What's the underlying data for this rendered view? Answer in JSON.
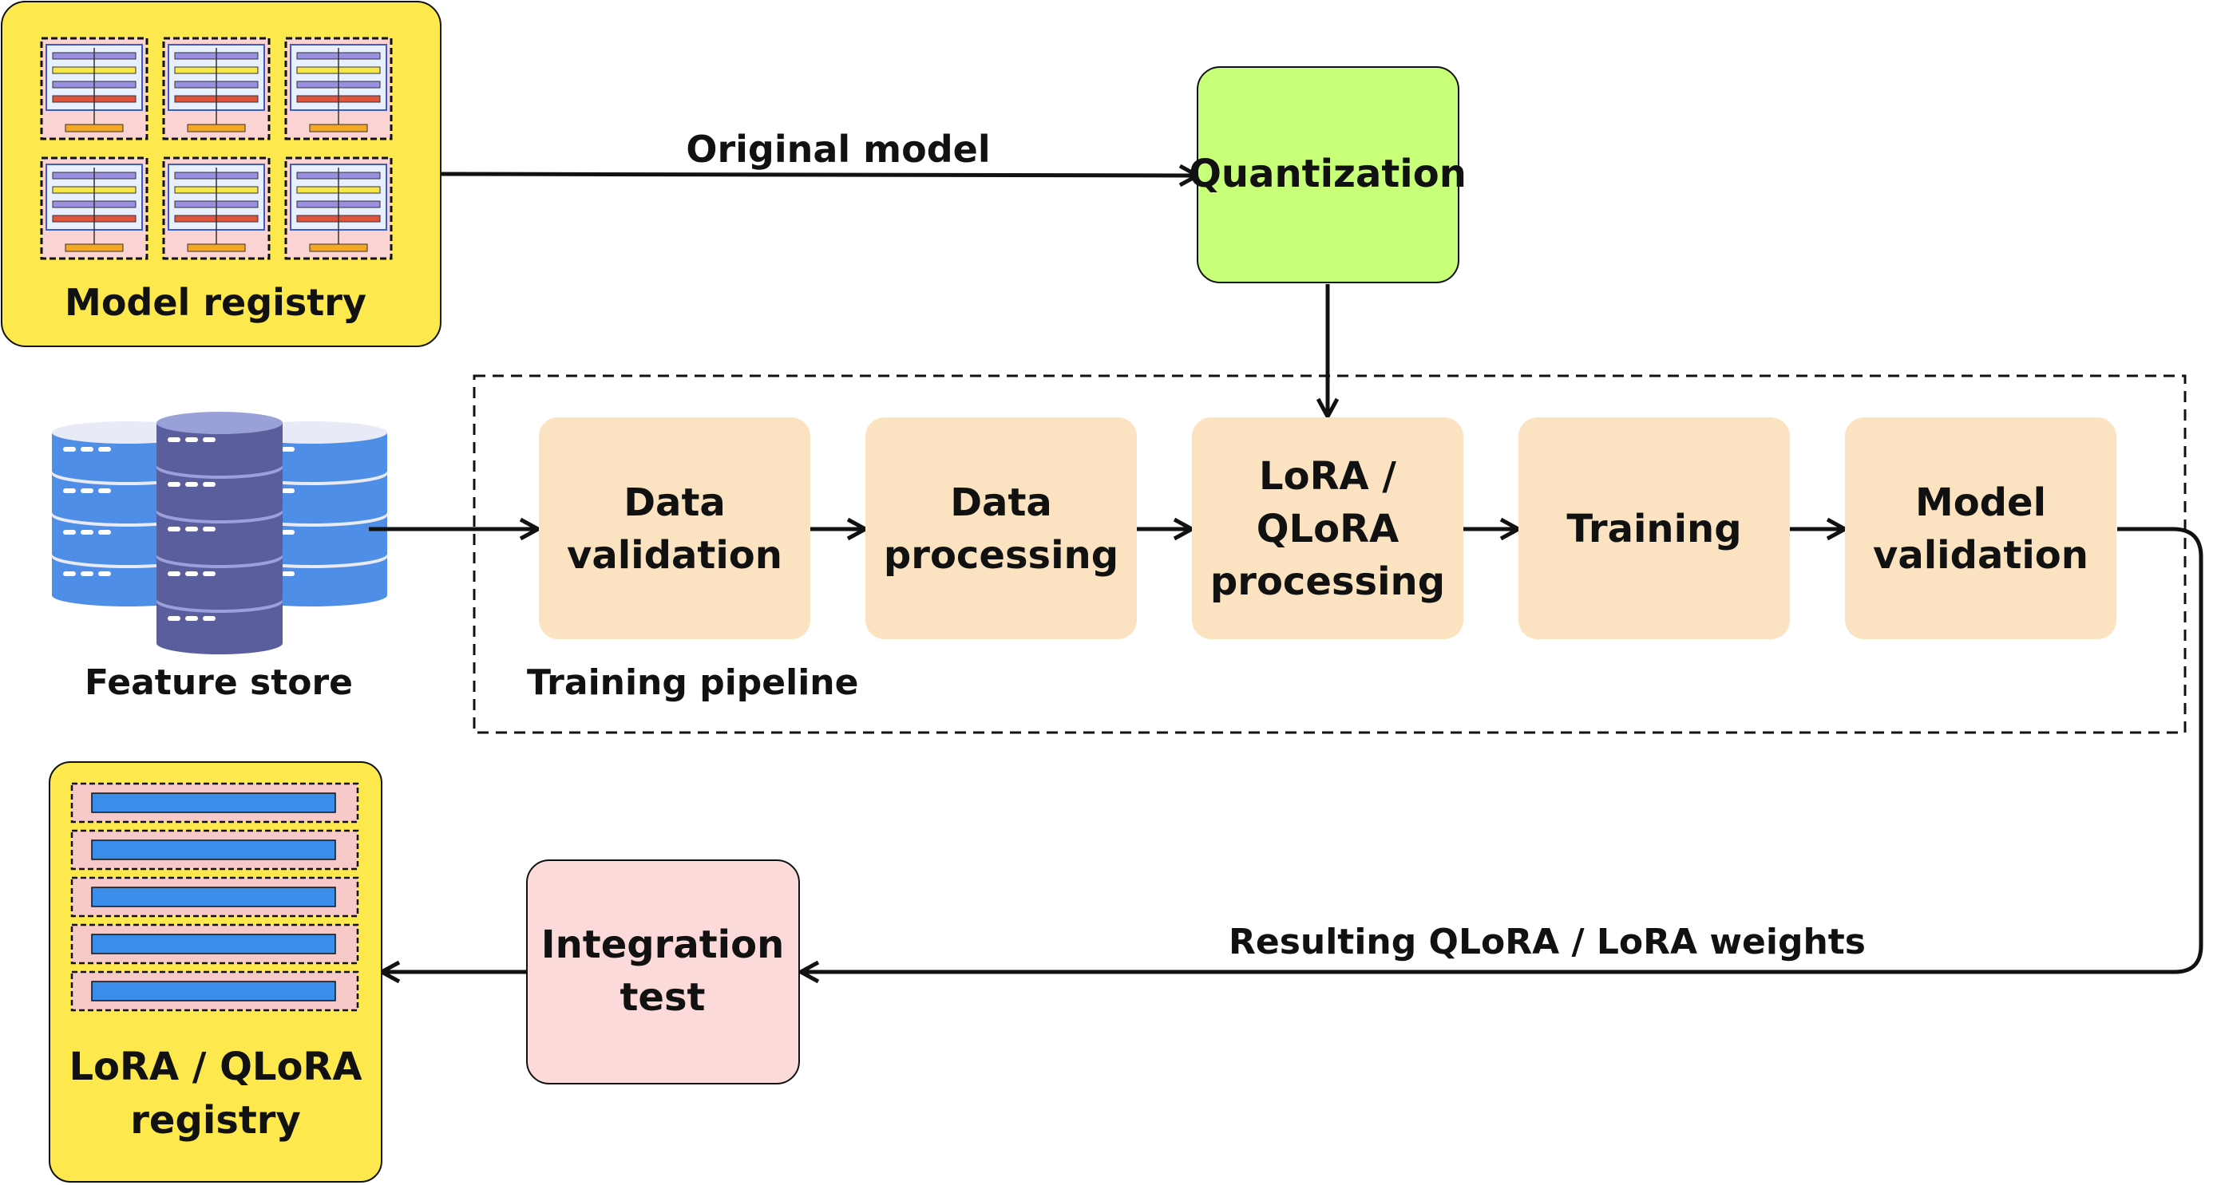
{
  "colors": {
    "registry_fill": "#fde84e",
    "quantization_fill": "#c8ff78",
    "pipeline_step_fill": "#fbe3c1",
    "integration_fill": "#fddada",
    "weights_bar": "#3a8de8",
    "weights_bar_bg": "#f7c9c9",
    "db_dark": "#5a5e9c",
    "db_light": "#e8eaf8",
    "db_blue": "#4f8ee6"
  },
  "model_registry": {
    "label": "Model registry"
  },
  "quantization": {
    "label": "Quantization"
  },
  "original_model_edge": {
    "label": "Original model"
  },
  "feature_store": {
    "label": "Feature store"
  },
  "training_pipeline": {
    "label": "Training pipeline",
    "steps": [
      {
        "line1": "Data",
        "line2": "validation",
        "line3": ""
      },
      {
        "line1": "Data",
        "line2": "processing",
        "line3": ""
      },
      {
        "line1": "LoRA /",
        "line2": "QLoRA",
        "line3": "processing"
      },
      {
        "line1": "Training",
        "line2": "",
        "line3": ""
      },
      {
        "line1": "Model",
        "line2": "validation",
        "line3": ""
      }
    ]
  },
  "weights_edge": {
    "label": "Resulting QLoRA / LoRA weights"
  },
  "integration_test": {
    "line1": "Integration",
    "line2": "test"
  },
  "lora_registry": {
    "line1": "LoRA / QLoRA",
    "line2": "registry"
  }
}
